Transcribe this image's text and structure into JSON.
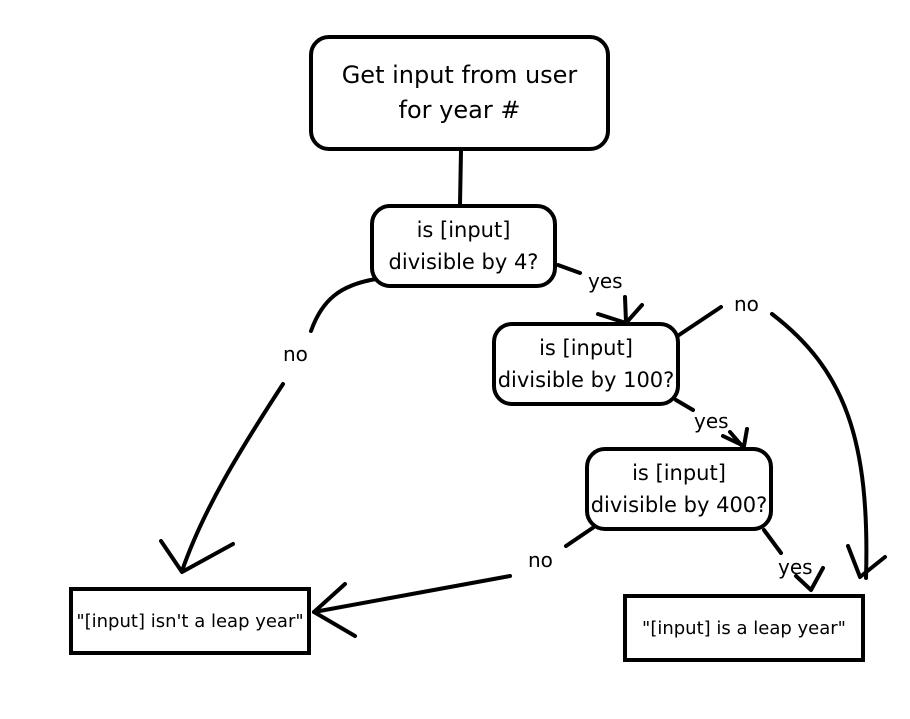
{
  "nodes": {
    "start": {
      "line1": "Get input from user",
      "line2": "for year #"
    },
    "div4": {
      "line1": "is [input]",
      "line2": "divisible by 4?"
    },
    "div100": {
      "line1": "is [input]",
      "line2": "divisible by 100?"
    },
    "div400": {
      "line1": "is [input]",
      "line2": "divisible by 400?"
    },
    "not_leap": {
      "text": "\"[input] isn't a leap year\""
    },
    "leap": {
      "text": "\"[input] is a leap year\""
    }
  },
  "edges": {
    "div4_yes": "yes",
    "div4_no": "no",
    "div100_no": "no",
    "div100_yes": "yes",
    "div400_no": "no",
    "div400_yes": "yes"
  }
}
